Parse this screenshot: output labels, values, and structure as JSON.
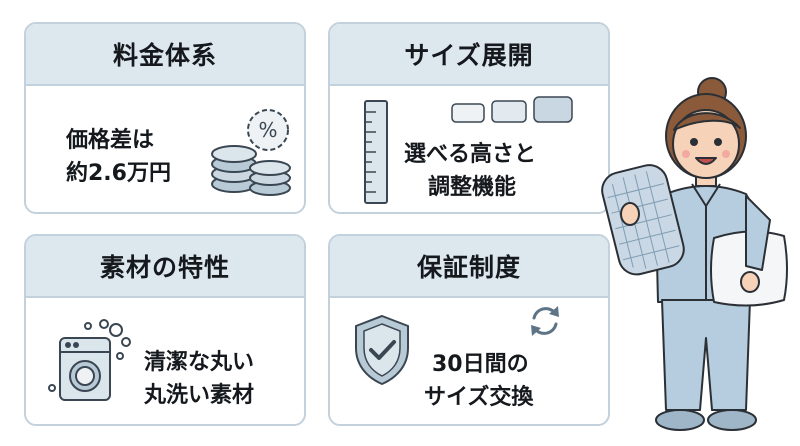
{
  "cards": [
    {
      "title": "料金体系",
      "lines": [
        "価格差は",
        "約2.6万円"
      ],
      "icon": "coins-percent-icon"
    },
    {
      "title": "サイズ展開",
      "lines": [
        "選べる高さと",
        "調整機能"
      ],
      "icon": "ruler-pillows-icon"
    },
    {
      "title": "素材の特性",
      "lines": [
        "清潔な丸い",
        "丸洗い素材"
      ],
      "icon": "washing-machine-icon"
    },
    {
      "title": "保証制度",
      "lines": [
        "30日間の",
        "サイズ交換"
      ],
      "icon": "shield-check-icon"
    }
  ],
  "colors": {
    "header_bg": "#dde7ee",
    "border": "#c2d1dc",
    "text": "#15191d",
    "accent": "#7f9db3"
  }
}
